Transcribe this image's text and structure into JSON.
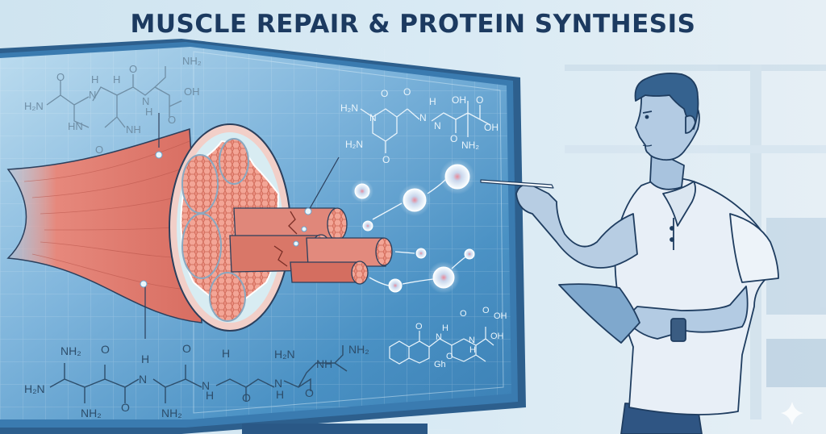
{
  "title": "MUSCLE REPAIR & PROTEIN SYNTHESIS",
  "colors": {
    "title": "#1c3a60",
    "background": "#e3eef5",
    "screen": "#3f86bd",
    "screen_frame": "#2f6a9c",
    "muscle": "#e07a6e",
    "muscle_dark": "#b8544a",
    "person_tint": "#5b86b3",
    "chem_on_bg": "#6f8ea5",
    "chem_on_screen": "#e9f4fb"
  },
  "molecules": {
    "top_left": {
      "labels": [
        "NH₂",
        "O",
        "O",
        "H",
        "H",
        "H₂N",
        "N",
        "OH",
        "N",
        "H",
        "HN",
        "NH",
        "O",
        "O"
      ]
    },
    "screen_top": {
      "labels": [
        "O",
        "O",
        "OH",
        "O",
        "H₂N",
        "N",
        "H",
        "N",
        "N",
        "H",
        "OH",
        "H₂N",
        "O",
        "O",
        "NH₂"
      ]
    },
    "bottom_left": {
      "labels": [
        "NH₂",
        "O",
        "H",
        "O",
        "H₂N",
        "N",
        "N",
        "H",
        "NH₂",
        "O",
        "NH₂",
        "H",
        "O",
        "H₂N",
        "NH₂",
        "NH",
        "N",
        "H",
        "O"
      ]
    },
    "screen_bottom": {
      "labels": [
        "O",
        "O",
        "OH",
        "O",
        "H",
        "N",
        "N",
        "H",
        "OH",
        "O",
        "Gh"
      ]
    }
  },
  "illustration": {
    "subject": "muscle-fiber-cross-section",
    "person": "trainer-with-stylus-and-tablet",
    "screen_elements": "amino-acid-particles"
  }
}
